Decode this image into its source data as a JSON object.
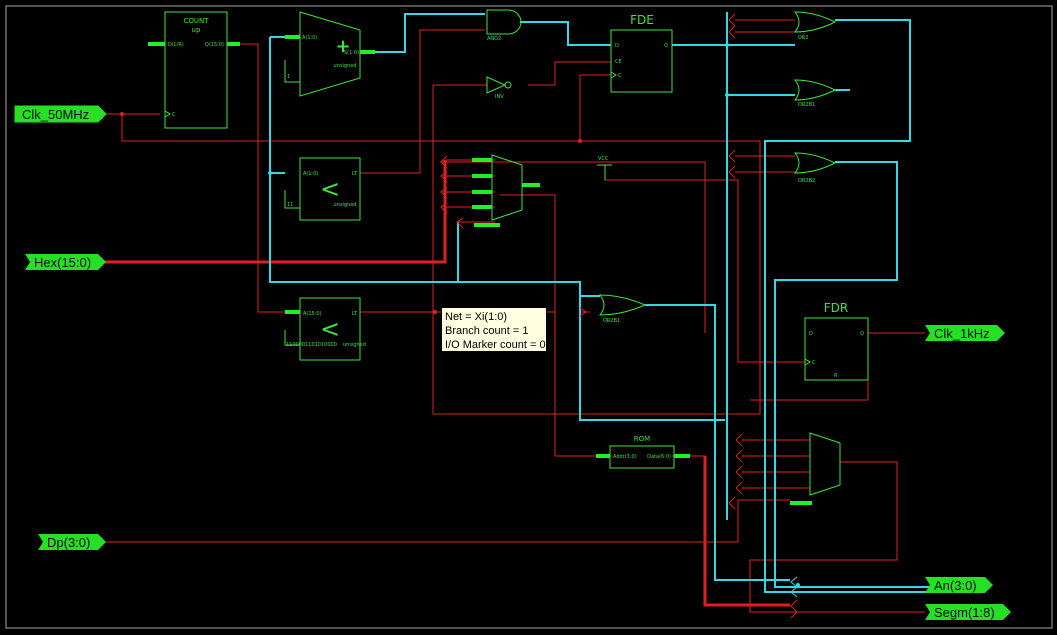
{
  "colors": {
    "background": "#000000",
    "component": "#3fe23f",
    "wire_red": "#e0201f",
    "wire_cyan": "#33d7e6",
    "bus_green": "#21f021",
    "border": "#6f6f6f",
    "tooltip_bg": "#ffffe1"
  },
  "ports": {
    "clk50": "Clk_50MHz",
    "hex": "Hex(15:0)",
    "dp": "Dp(3:0)",
    "clk1k": "Clk_1kHz",
    "an": "An(3:0)",
    "segm": "Segm(1:8)"
  },
  "components": {
    "counter": {
      "title": "COUNT",
      "subtitle": "up",
      "pin_d": "D(L/R)",
      "pin_q": "Q(15:0)",
      "pin_c": "C"
    },
    "adder": {
      "symbol": "+",
      "pin_a": "A(1:0)",
      "pin_s": "S(1:0)",
      "pin_b": "1",
      "note": "unsigned"
    },
    "cmp1": {
      "symbol": "<",
      "pin_a": "A(1:0)",
      "pin_b": "11",
      "pin_lt": "LT",
      "note": "unsigned"
    },
    "cmp2": {
      "symbol": "<",
      "pin_a": "A(15:0)",
      "pin_b": "1100001101010000",
      "pin_lt": "LT",
      "note": "unsigned"
    },
    "and2": {
      "label": "AND2"
    },
    "inv": {
      "label": "INV"
    },
    "fde": {
      "title": "FDE",
      "pin_d": "D",
      "pin_ce": "CE",
      "pin_c": "C",
      "pin_q": "Q"
    },
    "fdr": {
      "title": "FDR",
      "pin_d": "D",
      "pin_c": "C",
      "pin_r": "R",
      "pin_q": "Q"
    },
    "or2": {
      "label": "OR2"
    },
    "or2b1": {
      "label": "OR2B1"
    },
    "or2b2": {
      "label": "OR2B2"
    },
    "or2b1b": {
      "label": "OR2B1"
    },
    "vcc": {
      "label": "VCC"
    },
    "rom": {
      "title": "ROM",
      "pin_addr": "Addr(3:0)",
      "pin_data": "Data(6:0)"
    }
  },
  "tooltip": {
    "net": "Net = Xi(1:0)",
    "branch": "Branch count = 1",
    "io": "I/O Marker count = 0"
  }
}
